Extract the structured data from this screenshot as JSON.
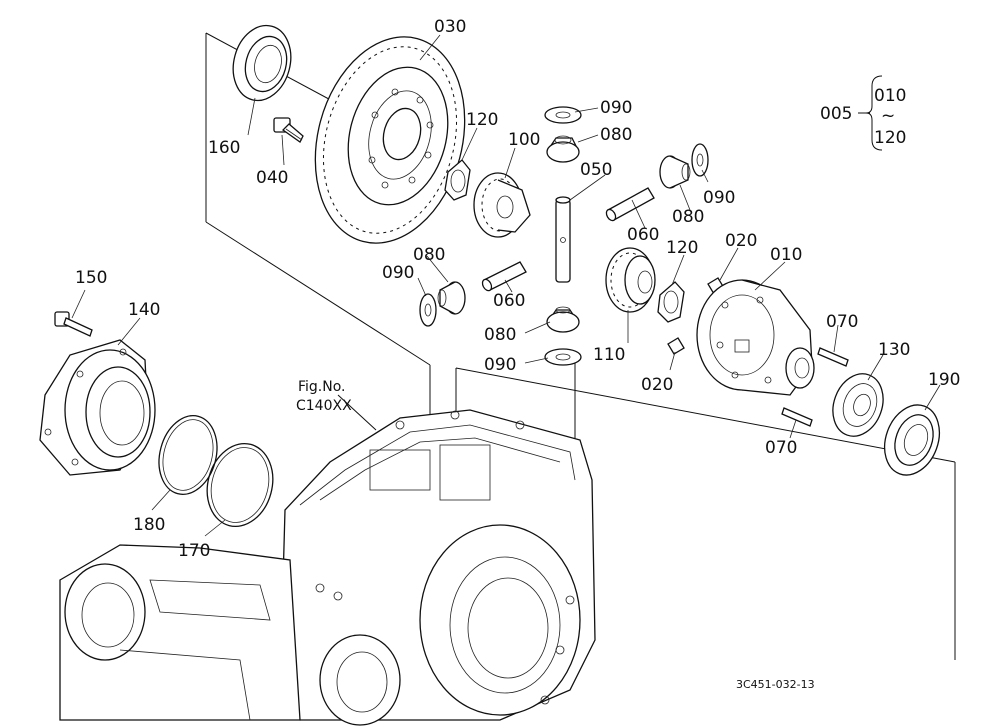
{
  "figure_ref": {
    "line1": "Fig.No.",
    "line2": "C140XX"
  },
  "drawing_code": "3C451-032-13",
  "group_bracket": {
    "assembly": "005",
    "range_from": "010",
    "range_sep": "~",
    "range_to": "120"
  },
  "callouts": {
    "c010": "010",
    "c020a": "020",
    "c020b": "020",
    "c030": "030",
    "c040": "040",
    "c050": "050",
    "c060a": "060",
    "c060b": "060",
    "c070a": "070",
    "c070b": "070",
    "c080a": "080",
    "c080b": "080",
    "c080c": "080",
    "c080d": "080",
    "c090a": "090",
    "c090b": "090",
    "c090c": "090",
    "c090d": "090",
    "c100": "100",
    "c110": "110",
    "c120a": "120",
    "c120b": "120",
    "c130": "130",
    "c140": "140",
    "c150": "150",
    "c160": "160",
    "c170": "170",
    "c180": "180",
    "c190": "190"
  }
}
